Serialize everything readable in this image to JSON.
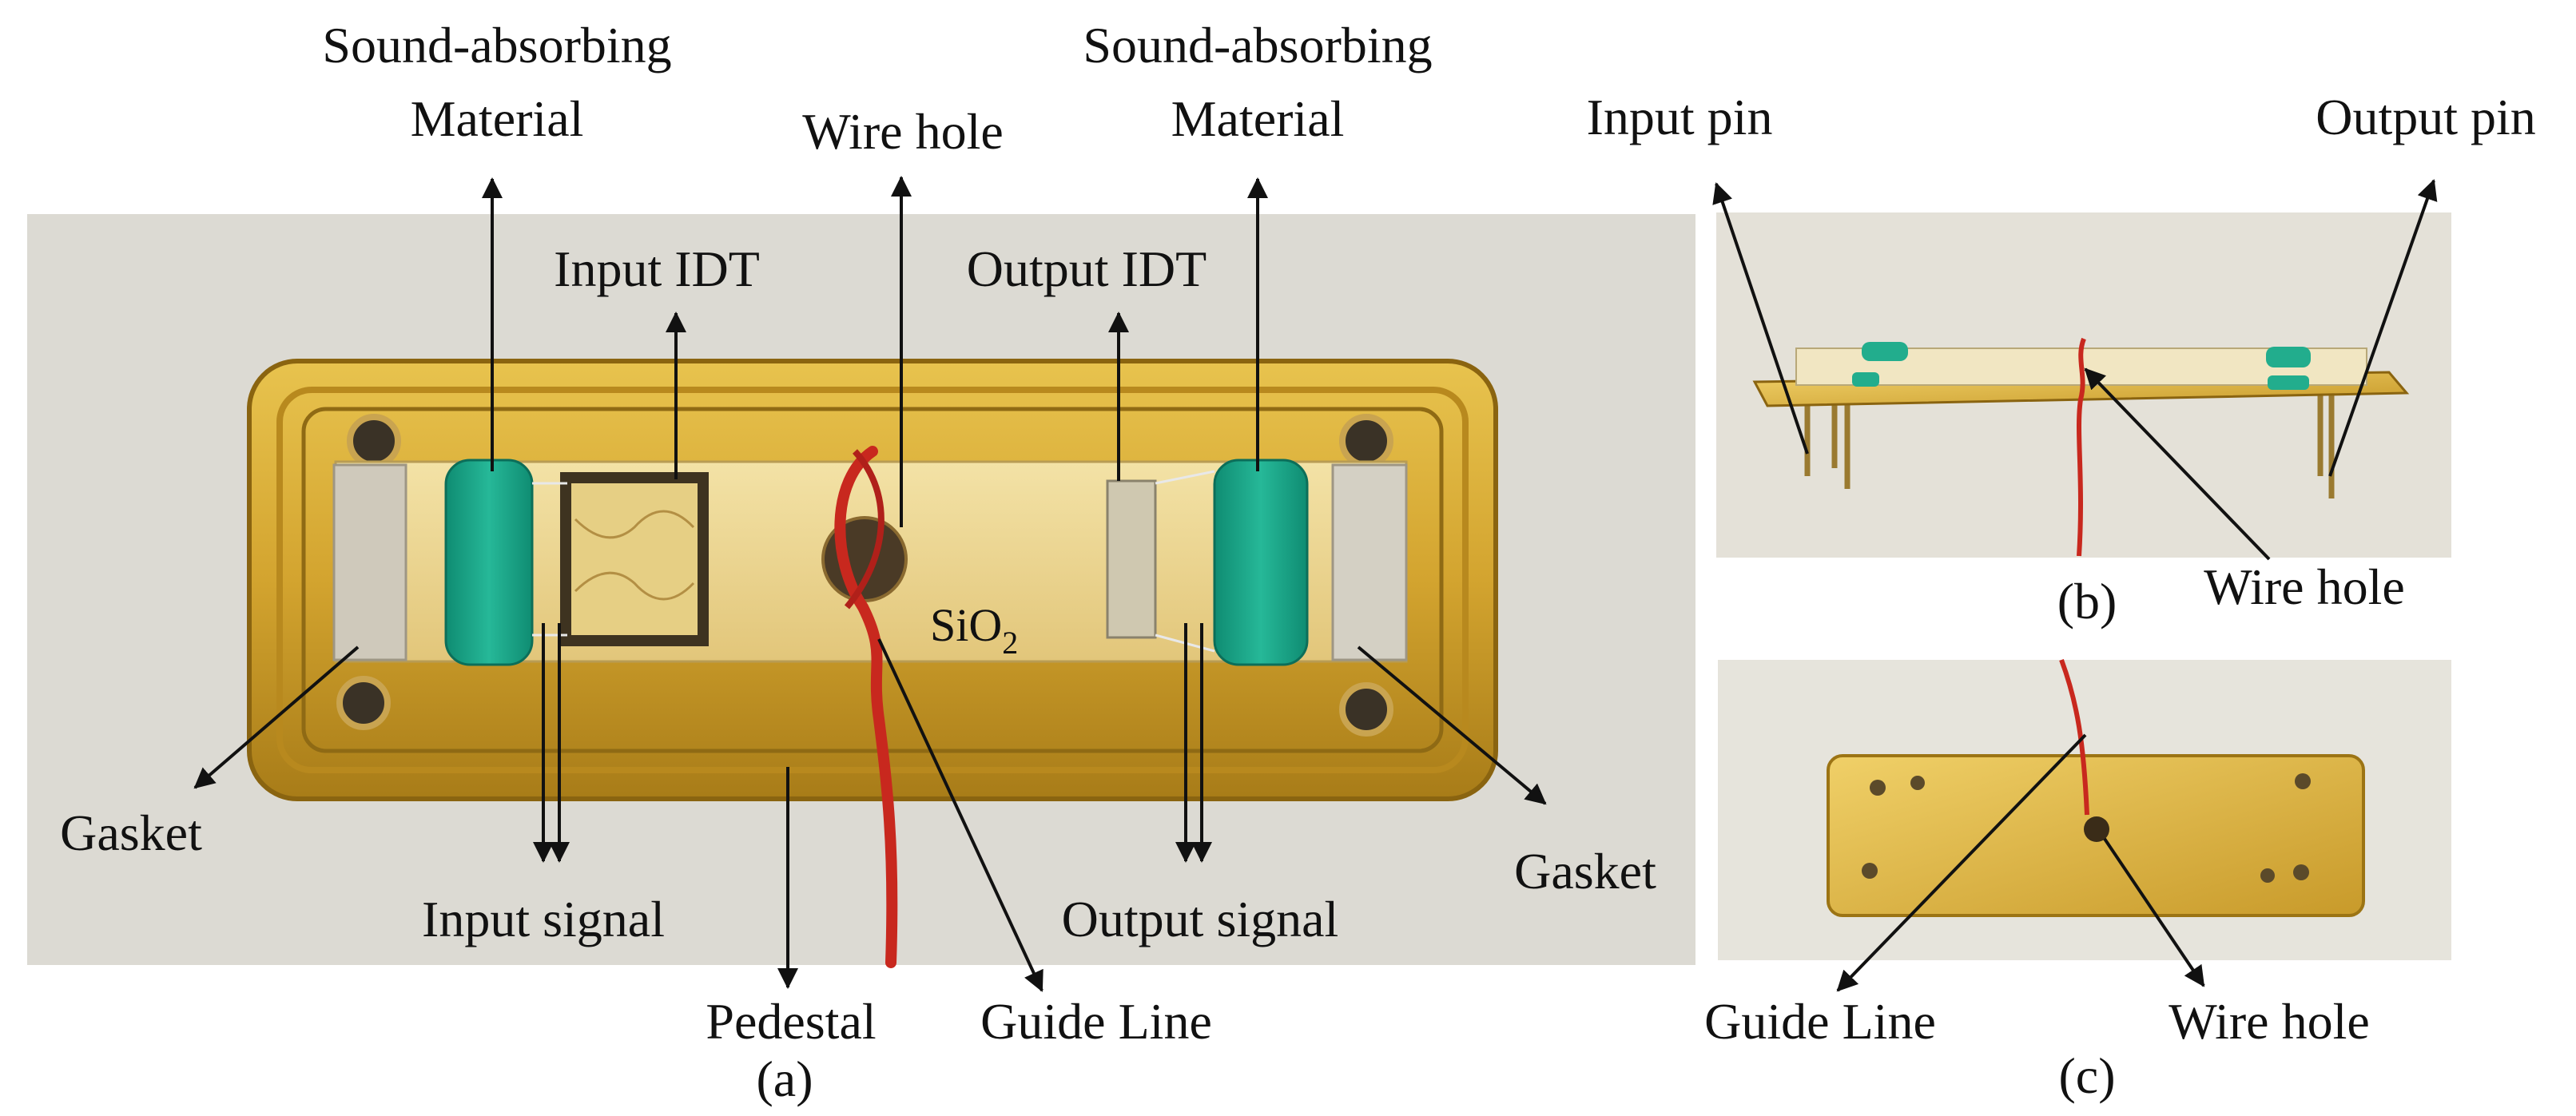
{
  "panel_a": {
    "caption": "(a)",
    "labels": {
      "sound_absorbing_left_line1": "Sound-absorbing",
      "sound_absorbing_left_line2": "Material",
      "wire_hole": "Wire hole",
      "sound_absorbing_right_line1": "Sound-absorbing",
      "sound_absorbing_right_line2": "Material",
      "input_idt": "Input IDT",
      "output_idt": "Output IDT",
      "sio2_main": "SiO",
      "sio2_sub": "2",
      "gasket_left": "Gasket",
      "gasket_right": "Gasket",
      "input_signal": "Input signal",
      "output_signal": "Output signal",
      "pedestal": "Pedestal",
      "guide_line": "Guide Line"
    }
  },
  "panel_b": {
    "caption": "(b)",
    "labels": {
      "input_pin": "Input pin",
      "output_pin": "Output pin",
      "wire_hole": "Wire hole"
    }
  },
  "panel_c": {
    "caption": "(c)",
    "labels": {
      "guide_line": "Guide Line",
      "wire_hole": "Wire hole"
    }
  },
  "colors": {
    "gold": "#d6a935",
    "gold_dark": "#9c7414",
    "green_absorber": "#1aa68a",
    "background_photo": "#dcdad3",
    "guide_wire": "#c8281e",
    "arrow": "#111111"
  }
}
